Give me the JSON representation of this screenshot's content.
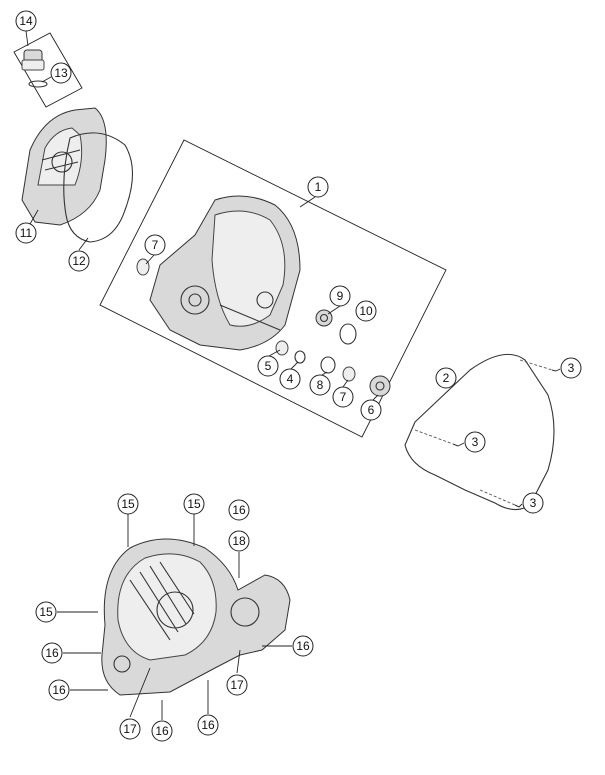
{
  "diagram": {
    "callouts": [
      "14",
      "13",
      "11",
      "12",
      "1",
      "7",
      "9",
      "10",
      "5",
      "4",
      "8",
      "7",
      "6",
      "2",
      "3",
      "3",
      "3",
      "15",
      "15",
      "16",
      "18",
      "15",
      "16",
      "16",
      "16",
      "17",
      "17",
      "16",
      "16"
    ]
  }
}
